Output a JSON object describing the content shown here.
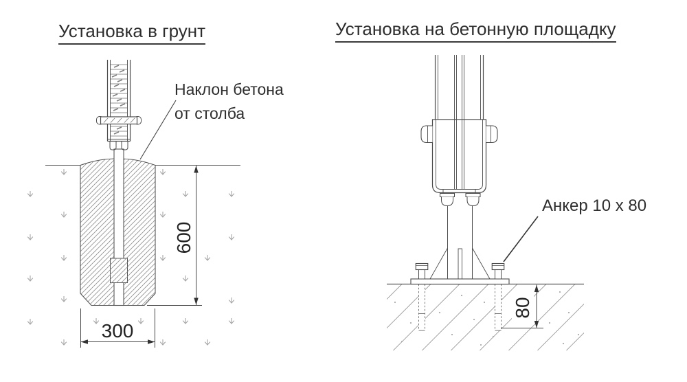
{
  "drawing": {
    "kind": "installation-instructions",
    "language": "ru"
  },
  "left_diagram": {
    "title": "Установка в грунт",
    "callout": "Наклон бетона\nот столба",
    "depth_dim": "600",
    "width_dim": "300"
  },
  "right_diagram": {
    "title": "Установка на бетонную площадку",
    "anchor_label": "Анкер 10 x 80",
    "anchor_depth_dim": "80"
  },
  "colors": {
    "line": "#4a4a4a",
    "outline_dark": "#555555",
    "text": "#2e2e2e",
    "hatch": "#8f8f8f",
    "sparse_hatch": "#9a9a9a",
    "soil_symbol": "#a6a6a6",
    "background": "#ffffff"
  }
}
